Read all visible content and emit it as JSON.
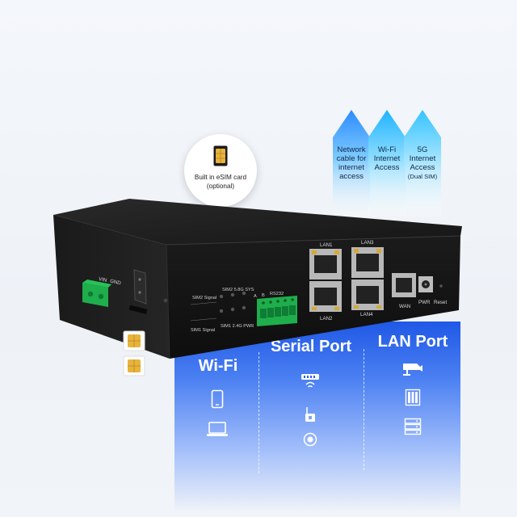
{
  "arrows": [
    {
      "line1": "Network",
      "line2": "cable for",
      "line3": "internet",
      "line4": "access",
      "small": ""
    },
    {
      "line1": "Wi-Fi",
      "line2": "Internet",
      "line3": "Access",
      "line4": "",
      "small": ""
    },
    {
      "line1": "5G",
      "line2": "Internet",
      "line3": "Access",
      "line4": "",
      "small": "(Dual SIM)"
    }
  ],
  "bubble": {
    "line1": "Built in eSIM card",
    "line2": "(optional)"
  },
  "device": {
    "power_labels": [
      "VIN",
      "GND"
    ],
    "led_labels_top": [
      "SIM2 Signal",
      "SIM2 5.8G SYS"
    ],
    "led_labels_bottom": [
      "SIM1 Signal",
      "SIM1 2.4G PWR"
    ],
    "serial_labels": [
      "A",
      "B",
      "RS232"
    ],
    "lan_labels": [
      "LAN1",
      "LAN3",
      "LAN2",
      "LAN4"
    ],
    "right_labels": [
      "WAN",
      "PWR",
      "Reset"
    ]
  },
  "panel": {
    "columns": [
      {
        "title": "Wi-Fi",
        "icons": [
          "phone-icon",
          "laptop-icon"
        ]
      },
      {
        "title": "Serial Port",
        "icons": [
          "router-icon",
          "sensor-icon",
          "meter-icon"
        ]
      },
      {
        "title": "LAN Port",
        "icons": [
          "camera-icon",
          "server-rack-icon",
          "server-icon"
        ]
      }
    ]
  },
  "colors": {
    "panel_blue": "#1f58e6",
    "arrow_cyan": "#33a9ff",
    "terminal_green": "#1fae4c",
    "sim_gold": "#e7b33a"
  }
}
